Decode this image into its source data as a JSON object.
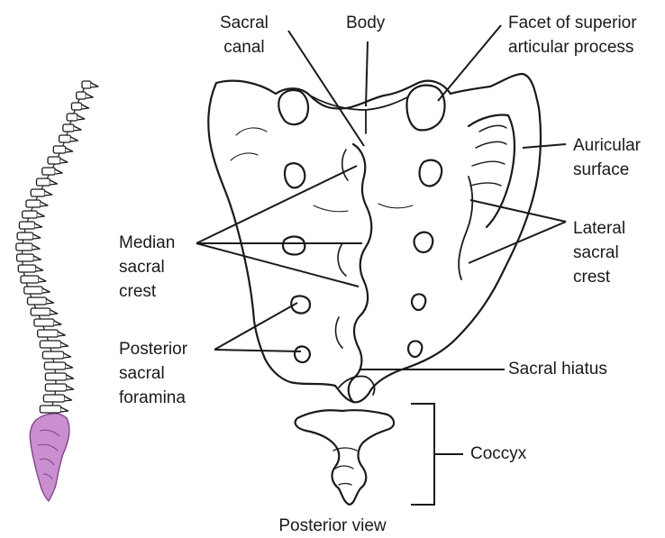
{
  "labels": {
    "sacral_canal": [
      "Sacral",
      "canal"
    ],
    "body": "Body",
    "facet": [
      "Facet of superior",
      "articular process"
    ],
    "auricular": [
      "Auricular",
      "surface"
    ],
    "lateral_crest": [
      "Lateral",
      "sacral",
      "crest"
    ],
    "median_crest": [
      "Median",
      "sacral",
      "crest"
    ],
    "posterior_foramina": [
      "Posterior",
      "sacral",
      "foramina"
    ],
    "sacral_hiatus": "Sacral hiatus",
    "coccyx": "Coccyx",
    "view": "Posterior view"
  },
  "colors": {
    "outline": "#1a1a1a",
    "bone_fill": "#ffffff",
    "highlight": "#c98fcf",
    "highlight_stroke": "#7d3f86"
  },
  "icons": {
    "spine": "vertebral-column-icon",
    "sacrum": "sacrum-illustration"
  }
}
